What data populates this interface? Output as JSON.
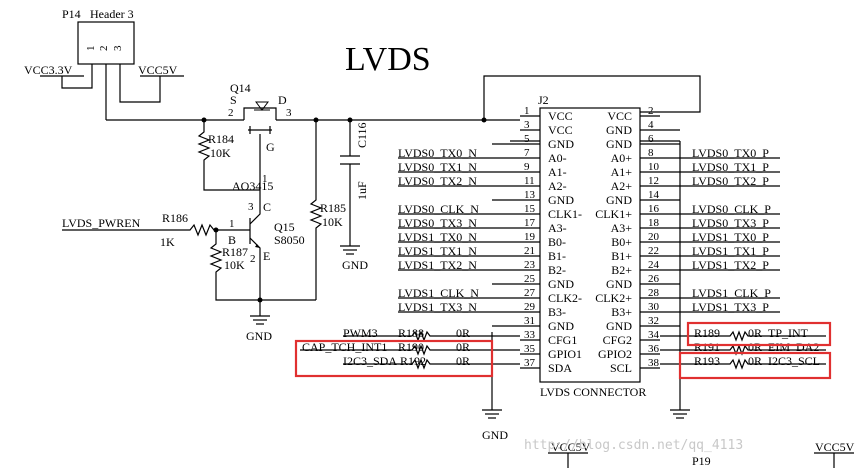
{
  "title": "LVDS",
  "header": {
    "ref": "P14",
    "name": "Header 3",
    "pins": [
      "1",
      "2",
      "3"
    ]
  },
  "supplies": {
    "vcc33": "VCC3.3V",
    "vcc5": "VCC5V",
    "gnd": "GND"
  },
  "q14": {
    "ref": "Q14",
    "part": "AO3415",
    "pins": [
      "S",
      "D",
      "G",
      "2",
      "3",
      "1"
    ]
  },
  "r184": {
    "ref": "R184",
    "value": "10K"
  },
  "c116": {
    "ref": "C116",
    "value": "1uF"
  },
  "r185": {
    "ref": "R185",
    "value": "10K"
  },
  "r186": {
    "ref": "R186",
    "value": "1K"
  },
  "r187": {
    "ref": "R187",
    "value": "10K"
  },
  "q15": {
    "ref": "Q15",
    "part": "S8050",
    "pins": [
      "B",
      "C",
      "E",
      "1",
      "3",
      "2"
    ]
  },
  "net_pwren": "LVDS_PWREN",
  "connector": {
    "ref": "J2",
    "name": "LVDS CONNECTOR",
    "rows": [
      {
        "lnet": "",
        "ln": "1",
        "lp": "VCC",
        "rp": "VCC",
        "rn": "2",
        "rnet": ""
      },
      {
        "lnet": "",
        "ln": "3",
        "lp": "VCC",
        "rp": "GND",
        "rn": "4",
        "rnet": ""
      },
      {
        "lnet": "",
        "ln": "5",
        "lp": "GND",
        "rp": "GND",
        "rn": "6",
        "rnet": ""
      },
      {
        "lnet": "LVDS0_TX0_N",
        "ln": "7",
        "lp": "A0-",
        "rp": "A0+",
        "rn": "8",
        "rnet": "LVDS0_TX0_P"
      },
      {
        "lnet": "LVDS0_TX1_N",
        "ln": "9",
        "lp": "A1-",
        "rp": "A1+",
        "rn": "10",
        "rnet": "LVDS0_TX1_P"
      },
      {
        "lnet": "LVDS0_TX2_N",
        "ln": "11",
        "lp": "A2-",
        "rp": "A2+",
        "rn": "12",
        "rnet": "LVDS0_TX2_P"
      },
      {
        "lnet": "",
        "ln": "13",
        "lp": "GND",
        "rp": "GND",
        "rn": "14",
        "rnet": ""
      },
      {
        "lnet": "LVDS0_CLK_N",
        "ln": "15",
        "lp": "CLK1-",
        "rp": "CLK1+",
        "rn": "16",
        "rnet": "LVDS0_CLK_P"
      },
      {
        "lnet": "LVDS0_TX3_N",
        "ln": "17",
        "lp": "A3-",
        "rp": "A3+",
        "rn": "18",
        "rnet": "LVDS0_TX3_P"
      },
      {
        "lnet": "LVDS1_TX0_N",
        "ln": "19",
        "lp": "B0-",
        "rp": "B0+",
        "rn": "20",
        "rnet": "LVDS1_TX0_P"
      },
      {
        "lnet": "LVDS1_TX1_N",
        "ln": "21",
        "lp": "B1-",
        "rp": "B1+",
        "rn": "22",
        "rnet": "LVDS1_TX1_P"
      },
      {
        "lnet": "LVDS1_TX2_N",
        "ln": "23",
        "lp": "B2-",
        "rp": "B2+",
        "rn": "24",
        "rnet": "LVDS1_TX2_P"
      },
      {
        "lnet": "",
        "ln": "25",
        "lp": "GND",
        "rp": "GND",
        "rn": "26",
        "rnet": ""
      },
      {
        "lnet": "LVDS1_CLK_N",
        "ln": "27",
        "lp": "CLK2-",
        "rp": "CLK2+",
        "rn": "28",
        "rnet": "LVDS1_CLK_P"
      },
      {
        "lnet": "LVDS1_TX3_N",
        "ln": "29",
        "lp": "B3-",
        "rp": "B3+",
        "rn": "30",
        "rnet": "LVDS1_TX3_P"
      },
      {
        "lnet": "",
        "ln": "31",
        "lp": "GND",
        "rp": "GND",
        "rn": "32",
        "rnet": ""
      },
      {
        "lnet": "PWM3",
        "ln": "33",
        "lp": "CFG1",
        "rp": "CFG2",
        "rn": "34",
        "rnet": ""
      },
      {
        "lnet": "CAP_TCH_INT1",
        "ln": "35",
        "lp": "GPIO1",
        "rp": "GPIO2",
        "rn": "36",
        "rnet": ""
      },
      {
        "lnet": "I2C3_SDA",
        "ln": "37",
        "lp": "SDA",
        "rp": "SCL",
        "rn": "38",
        "rnet": ""
      }
    ]
  },
  "left_resistors": [
    {
      "ref": "R188",
      "value": "0R"
    },
    {
      "ref": "R190",
      "value": "0R"
    },
    {
      "ref": "R192",
      "value": "0R"
    }
  ],
  "right_resistors": [
    {
      "ref": "R189",
      "value": "0R",
      "net": "TP_INT"
    },
    {
      "ref": "R191",
      "value": "0R",
      "net": "EIM_DA2"
    },
    {
      "ref": "R193",
      "value": "0R",
      "net": "I2C3_SCL"
    }
  ],
  "p19": "P19",
  "watermark": "http://blog.csdn.net/qq_4113",
  "colors": {
    "highlight": "#e03030",
    "line": "#000000",
    "watermark": "#c8c8c8"
  }
}
